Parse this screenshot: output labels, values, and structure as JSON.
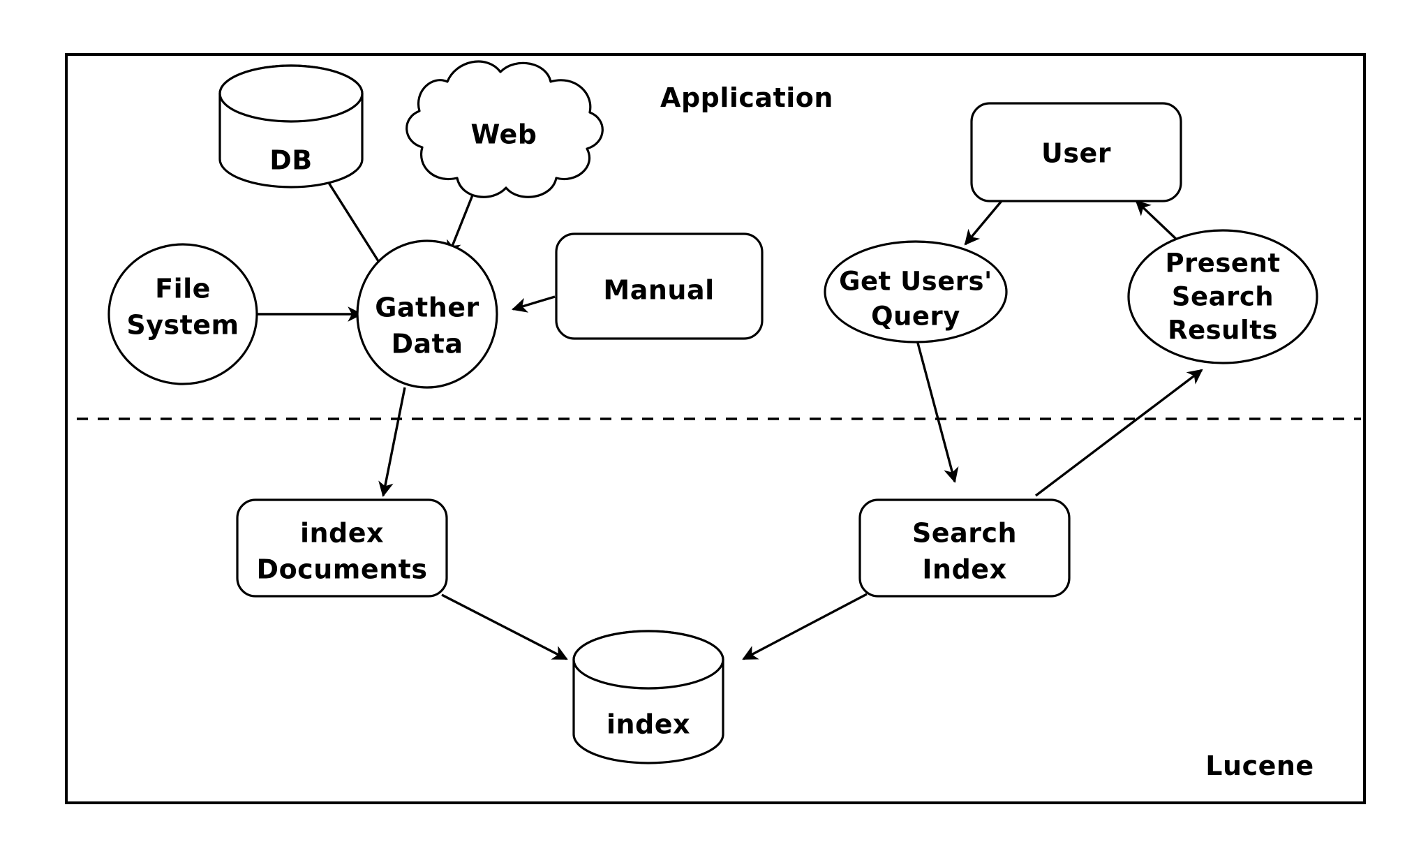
{
  "diagram": {
    "title_zone_top": "Application",
    "title_zone_bottom": "Lucene",
    "nodes": {
      "db": {
        "label": "DB",
        "shape": "cylinder"
      },
      "web": {
        "label": "Web",
        "shape": "cloud"
      },
      "file_system": {
        "label_line1": "File",
        "label_line2": "System",
        "shape": "ellipse"
      },
      "gather_data": {
        "label_line1": "Gather",
        "label_line2": "Data",
        "shape": "ellipse"
      },
      "manual": {
        "label": "Manual",
        "shape": "rounded-rect"
      },
      "user": {
        "label": "User",
        "shape": "rounded-rect"
      },
      "get_users_query": {
        "label_line1": "Get Users'",
        "label_line2": "Query",
        "shape": "ellipse"
      },
      "present_search_results": {
        "label_line1": "Present",
        "label_line2": "Search",
        "label_line3": "Results",
        "shape": "ellipse"
      },
      "index_documents": {
        "label_line1": "index",
        "label_line2": "Documents",
        "shape": "rounded-rect"
      },
      "search_index": {
        "label_line1": "Search",
        "label_line2": "Index",
        "shape": "rounded-rect"
      },
      "index_store": {
        "label": "index",
        "shape": "cylinder"
      }
    },
    "edges": [
      {
        "from": "db",
        "to": "gather_data"
      },
      {
        "from": "web",
        "to": "gather_data"
      },
      {
        "from": "file_system",
        "to": "gather_data"
      },
      {
        "from": "manual",
        "to": "gather_data"
      },
      {
        "from": "gather_data",
        "to": "index_documents"
      },
      {
        "from": "index_documents",
        "to": "index_store"
      },
      {
        "from": "user",
        "to": "get_users_query"
      },
      {
        "from": "get_users_query",
        "to": "search_index"
      },
      {
        "from": "search_index",
        "to": "index_store"
      },
      {
        "from": "search_index",
        "to": "present_search_results"
      },
      {
        "from": "present_search_results",
        "to": "user"
      }
    ],
    "colors": {
      "stroke": "#000000",
      "fill": "#ffffff",
      "background": "#ffffff"
    }
  }
}
